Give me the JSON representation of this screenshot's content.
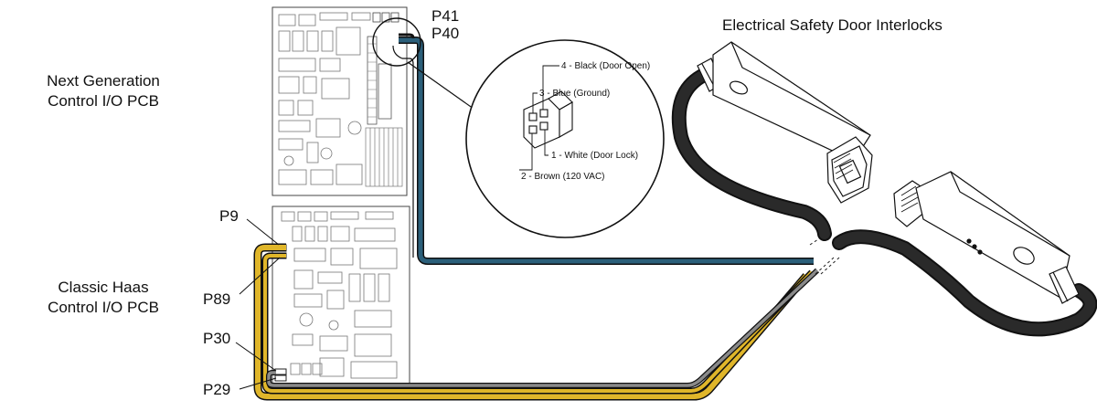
{
  "title": "Electrical Safety Door Interlocks",
  "boards": {
    "next_gen": {
      "line1": "Next Generation",
      "line2": "Control I/O PCB"
    },
    "classic": {
      "line1": "Classic Haas",
      "line2": "Control I/O PCB"
    }
  },
  "connectors": {
    "p41": "P41",
    "p40": "P40",
    "p9": "P9",
    "p89": "P89",
    "p30": "P30",
    "p29": "P29"
  },
  "pinout": [
    {
      "pin": "4",
      "label": "4 - Black (Door Open)"
    },
    {
      "pin": "3",
      "label": "3 - Blue (Ground)"
    },
    {
      "pin": "1",
      "label": "1 - White (Door Lock)"
    },
    {
      "pin": "2",
      "label": "2 - Brown (120 VAC)"
    }
  ],
  "colors": {
    "blue_cable": "#2b5f7a",
    "yellow_cable": "#e0b62a",
    "gray_cable": "#8a8a8a",
    "black_cable": "#111111"
  }
}
